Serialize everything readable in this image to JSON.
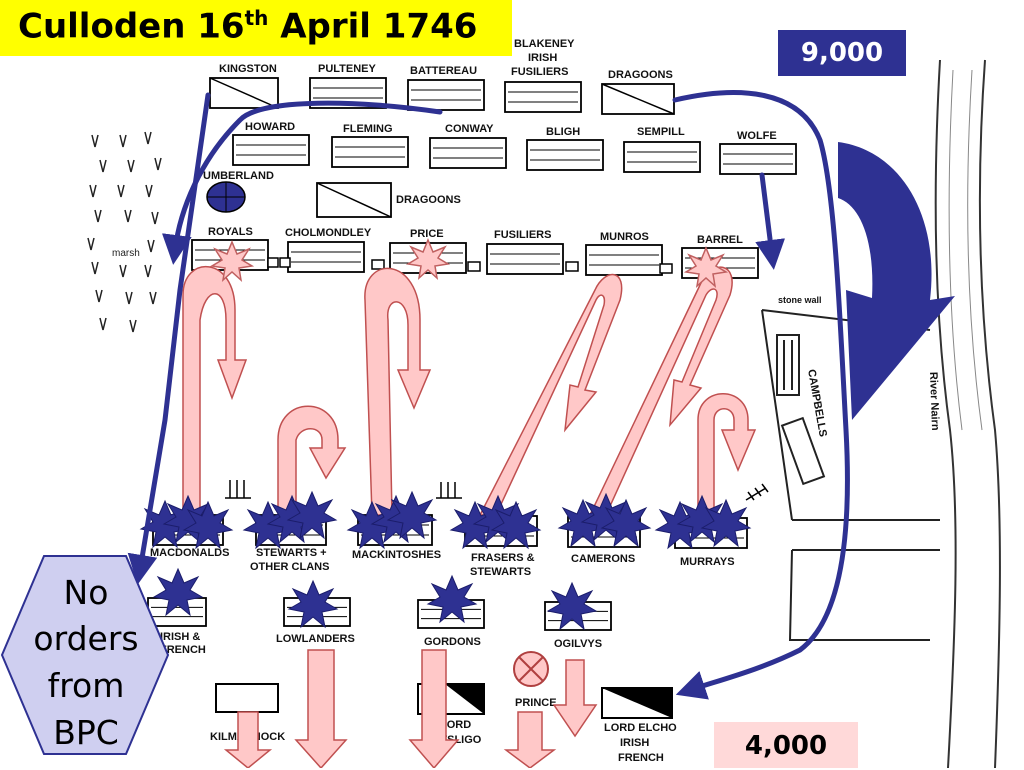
{
  "title": {
    "main": "Culloden 16",
    "sup": "th",
    "rest": " April 1746"
  },
  "government_strength": "9,000",
  "jacobite_strength": "4,000",
  "callout": {
    "lines": [
      "No",
      "orders",
      "from",
      "BPC"
    ]
  },
  "colors": {
    "title_bg": "#ffff00",
    "government_box": "#2e3192",
    "jacobite_box": "#ffd9d9",
    "arrow_blue": "#2e3192",
    "arrow_pink": "#ffc8c8",
    "clash_star": "#2e3192",
    "hexagon_fill": "#cfcff0"
  },
  "government_units": {
    "front_row": [
      "KINGSTON",
      "PULTENEY",
      "BATTEREAU",
      "BLAKENEY",
      "IRISH",
      "FUSILIERS",
      "DRAGOONS"
    ],
    "second_row": [
      "HOWARD",
      "FLEMING",
      "CONWAY",
      "BLIGH",
      "SEMPILL",
      "WOLFE"
    ],
    "commander": "UMBERLAND",
    "middle": "DRAGOONS",
    "first_line": [
      "ROYALS",
      "CHOLMONDLEY",
      "PRICE",
      "FUSILIERS",
      "MUNROS",
      "BARREL"
    ]
  },
  "jacobite_units": {
    "front_line": [
      "MACDONALDS",
      "STEWARTS +",
      "OTHER CLANS",
      "MACKINTOSHES",
      "FRASERS &",
      "STEWARTS",
      "CAMERONS",
      "MURRAYS"
    ],
    "second_line": [
      "IRISH &",
      "FRENCH",
      "LOWLANDERS",
      "GORDONS",
      "OGILVYS"
    ],
    "rear": [
      "KILMARNOCK",
      "PRINCE",
      "LORD",
      "ELCHO",
      "IRISH",
      "FRENCH",
      "LORD",
      "PITSLIGO"
    ]
  },
  "terrain": {
    "marsh": "marsh",
    "stone_wall": "stone wall",
    "enclosure": "CAMPBELLS",
    "river": "River Nairn"
  }
}
